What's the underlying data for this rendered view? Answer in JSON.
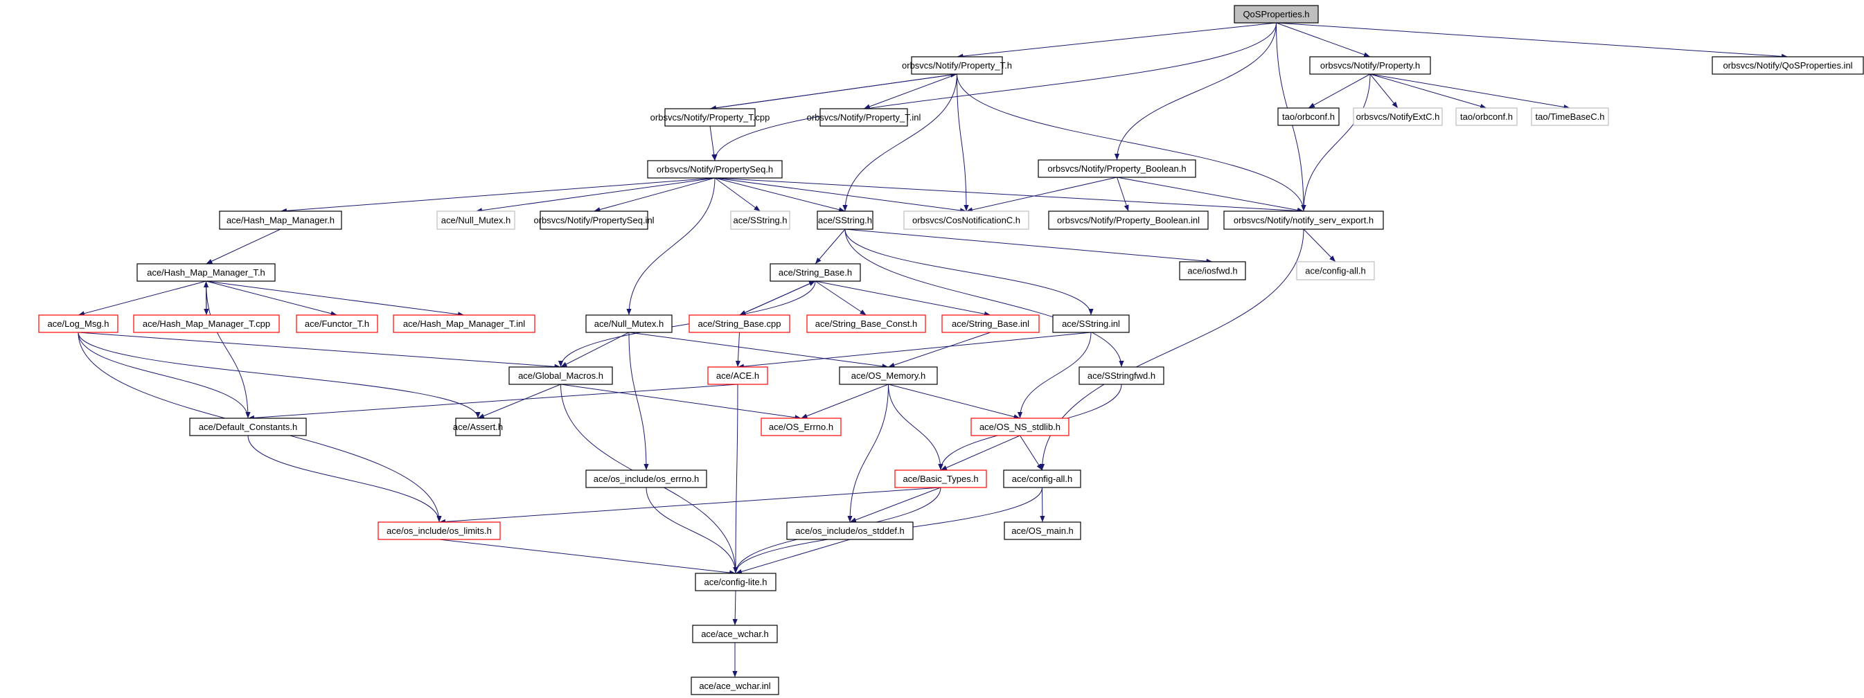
{
  "diagram": {
    "title": "QoSProperties.h include dependency graph",
    "colors": {
      "edge": "#191970",
      "border_documented": "#000000",
      "border_truncated": "#ff0000",
      "border_undocumented": "#bfbfbf",
      "root_fill": "#bfbfbf"
    },
    "nodes": [
      {
        "id": "qos",
        "label": "QoSProperties.h",
        "style": "root"
      },
      {
        "id": "propT_h",
        "label": "orbsvcs/Notify/Property_T.h",
        "style": "black"
      },
      {
        "id": "prop_h",
        "label": "orbsvcs/Notify/Property.h",
        "style": "black"
      },
      {
        "id": "qos_inl",
        "label": "orbsvcs/Notify/QoSProperties.inl",
        "style": "black"
      },
      {
        "id": "propT_cpp",
        "label": "orbsvcs/Notify/Property_T.cpp",
        "style": "black"
      },
      {
        "id": "propT_inl",
        "label": "orbsvcs/Notify/Property_T.inl",
        "style": "black"
      },
      {
        "id": "orbconf1",
        "label": "tao/orbconf.h",
        "style": "black"
      },
      {
        "id": "notifyextc",
        "label": "orbsvcs/NotifyExtC.h",
        "style": "gray"
      },
      {
        "id": "orbconf2",
        "label": "tao/orbconf.h",
        "style": "gray"
      },
      {
        "id": "timebasec",
        "label": "tao/TimeBaseC.h",
        "style": "gray"
      },
      {
        "id": "propseq_h",
        "label": "orbsvcs/Notify/PropertySeq.h",
        "style": "black"
      },
      {
        "id": "propbool_h",
        "label": "orbsvcs/Notify/Property_Boolean.h",
        "style": "black"
      },
      {
        "id": "hmm_h",
        "label": "ace/Hash_Map_Manager.h",
        "style": "black"
      },
      {
        "id": "nullmutex_g",
        "label": "ace/Null_Mutex.h",
        "style": "gray"
      },
      {
        "id": "propseq_inl",
        "label": "orbsvcs/Notify/PropertySeq.inl",
        "style": "black"
      },
      {
        "id": "sstring_g",
        "label": "ace/SString.h",
        "style": "gray"
      },
      {
        "id": "sstring_h",
        "label": "ace/SString.h",
        "style": "black"
      },
      {
        "id": "cosnotif",
        "label": "orbsvcs/CosNotificationC.h",
        "style": "gray"
      },
      {
        "id": "propbool_inl",
        "label": "orbsvcs/Notify/Property_Boolean.inl",
        "style": "black"
      },
      {
        "id": "notify_export",
        "label": "orbsvcs/Notify/notify_serv_export.h",
        "style": "black"
      },
      {
        "id": "hmmT_h",
        "label": "ace/Hash_Map_Manager_T.h",
        "style": "black"
      },
      {
        "id": "stringbase_h",
        "label": "ace/String_Base.h",
        "style": "black"
      },
      {
        "id": "iosfwd",
        "label": "ace/iosfwd.h",
        "style": "black"
      },
      {
        "id": "configall_g",
        "label": "ace/config-all.h",
        "style": "gray"
      },
      {
        "id": "logmsg",
        "label": "ace/Log_Msg.h",
        "style": "red"
      },
      {
        "id": "hmmT_cpp",
        "label": "ace/Hash_Map_Manager_T.cpp",
        "style": "red"
      },
      {
        "id": "functorT",
        "label": "ace/Functor_T.h",
        "style": "red"
      },
      {
        "id": "hmmT_inl",
        "label": "ace/Hash_Map_Manager_T.inl",
        "style": "red"
      },
      {
        "id": "nullmutex_h",
        "label": "ace/Null_Mutex.h",
        "style": "black"
      },
      {
        "id": "stringbase_cpp",
        "label": "ace/String_Base.cpp",
        "style": "red"
      },
      {
        "id": "stringbase_const",
        "label": "ace/String_Base_Const.h",
        "style": "red"
      },
      {
        "id": "stringbase_inl",
        "label": "ace/String_Base.inl",
        "style": "red"
      },
      {
        "id": "sstring_inl",
        "label": "ace/SString.inl",
        "style": "black"
      },
      {
        "id": "globalmacros",
        "label": "ace/Global_Macros.h",
        "style": "black"
      },
      {
        "id": "ace_h",
        "label": "ace/ACE.h",
        "style": "red"
      },
      {
        "id": "osmemory",
        "label": "ace/OS_Memory.h",
        "style": "black"
      },
      {
        "id": "sstringfwd",
        "label": "ace/SStringfwd.h",
        "style": "black"
      },
      {
        "id": "defconst",
        "label": "ace/Default_Constants.h",
        "style": "black"
      },
      {
        "id": "assert_h",
        "label": "ace/Assert.h",
        "style": "black"
      },
      {
        "id": "oserrno",
        "label": "ace/OS_Errno.h",
        "style": "red"
      },
      {
        "id": "osnsstdlib",
        "label": "ace/OS_NS_stdlib.h",
        "style": "red"
      },
      {
        "id": "os_errno_inc",
        "label": "ace/os_include/os_errno.h",
        "style": "black"
      },
      {
        "id": "basictypes",
        "label": "ace/Basic_Types.h",
        "style": "red"
      },
      {
        "id": "configall_h",
        "label": "ace/config-all.h",
        "style": "black"
      },
      {
        "id": "os_limits",
        "label": "ace/os_include/os_limits.h",
        "style": "red"
      },
      {
        "id": "os_stddef",
        "label": "ace/os_include/os_stddef.h",
        "style": "black"
      },
      {
        "id": "osmain",
        "label": "ace/OS_main.h",
        "style": "black"
      },
      {
        "id": "configlite",
        "label": "ace/config-lite.h",
        "style": "black"
      },
      {
        "id": "acewchar_h",
        "label": "ace/ace_wchar.h",
        "style": "black"
      },
      {
        "id": "acewchar_inl",
        "label": "ace/ace_wchar.inl",
        "style": "black"
      }
    ],
    "edges": [
      [
        "qos",
        "propT_h"
      ],
      [
        "qos",
        "prop_h"
      ],
      [
        "qos",
        "qos_inl"
      ],
      [
        "qos",
        "propseq_h"
      ],
      [
        "qos",
        "propbool_h"
      ],
      [
        "qos",
        "notify_export"
      ],
      [
        "propT_h",
        "propT_cpp"
      ],
      [
        "propT_cpp",
        "propT_h"
      ],
      [
        "propT_h",
        "propT_inl"
      ],
      [
        "propT_h",
        "sstring_h"
      ],
      [
        "propT_h",
        "cosnotif"
      ],
      [
        "propT_h",
        "notify_export"
      ],
      [
        "prop_h",
        "orbconf1"
      ],
      [
        "prop_h",
        "notifyextc"
      ],
      [
        "prop_h",
        "orbconf2"
      ],
      [
        "prop_h",
        "timebasec"
      ],
      [
        "prop_h",
        "notify_export"
      ],
      [
        "propT_cpp",
        "propseq_h"
      ],
      [
        "propseq_h",
        "hmm_h"
      ],
      [
        "propseq_h",
        "nullmutex_g"
      ],
      [
        "propseq_h",
        "propseq_inl"
      ],
      [
        "propseq_h",
        "sstring_g"
      ],
      [
        "propseq_h",
        "sstring_h"
      ],
      [
        "propseq_h",
        "cosnotif"
      ],
      [
        "propseq_h",
        "notify_export"
      ],
      [
        "propseq_h",
        "nullmutex_h"
      ],
      [
        "propbool_h",
        "cosnotif"
      ],
      [
        "propbool_h",
        "propbool_inl"
      ],
      [
        "propbool_h",
        "notify_export"
      ],
      [
        "notify_export",
        "configall_g"
      ],
      [
        "notify_export",
        "configall_h"
      ],
      [
        "hmm_h",
        "hmmT_h"
      ],
      [
        "hmmT_h",
        "logmsg"
      ],
      [
        "hmmT_h",
        "hmmT_cpp"
      ],
      [
        "hmmT_cpp",
        "hmmT_h"
      ],
      [
        "hmmT_h",
        "functorT"
      ],
      [
        "hmmT_h",
        "hmmT_inl"
      ],
      [
        "hmmT_h",
        "defconst"
      ],
      [
        "sstring_h",
        "stringbase_h"
      ],
      [
        "sstring_h",
        "iosfwd"
      ],
      [
        "sstring_h",
        "sstring_inl"
      ],
      [
        "sstring_h",
        "sstringfwd"
      ],
      [
        "stringbase_h",
        "stringbase_cpp"
      ],
      [
        "stringbase_cpp",
        "stringbase_h"
      ],
      [
        "stringbase_h",
        "stringbase_const"
      ],
      [
        "stringbase_h",
        "stringbase_inl"
      ],
      [
        "stringbase_h",
        "globalmacros"
      ],
      [
        "logmsg",
        "globalmacros"
      ],
      [
        "logmsg",
        "defconst"
      ],
      [
        "logmsg",
        "assert_h"
      ],
      [
        "logmsg",
        "os_limits"
      ],
      [
        "nullmutex_h",
        "globalmacros"
      ],
      [
        "nullmutex_h",
        "osmemory"
      ],
      [
        "nullmutex_h",
        "os_errno_inc"
      ],
      [
        "stringbase_cpp",
        "ace_h"
      ],
      [
        "stringbase_inl",
        "osmemory"
      ],
      [
        "sstring_inl",
        "ace_h"
      ],
      [
        "sstring_inl",
        "osnsstdlib"
      ],
      [
        "globalmacros",
        "assert_h"
      ],
      [
        "globalmacros",
        "oserrno"
      ],
      [
        "globalmacros",
        "configlite"
      ],
      [
        "ace_h",
        "defconst"
      ],
      [
        "ace_h",
        "configlite"
      ],
      [
        "osmemory",
        "oserrno"
      ],
      [
        "osmemory",
        "osnsstdlib"
      ],
      [
        "osmemory",
        "basictypes"
      ],
      [
        "osmemory",
        "os_stddef"
      ],
      [
        "sstringfwd",
        "basictypes"
      ],
      [
        "defconst",
        "os_limits"
      ],
      [
        "osnsstdlib",
        "basictypes"
      ],
      [
        "osnsstdlib",
        "configall_h"
      ],
      [
        "os_errno_inc",
        "configlite"
      ],
      [
        "basictypes",
        "os_limits"
      ],
      [
        "basictypes",
        "os_stddef"
      ],
      [
        "basictypes",
        "configlite"
      ],
      [
        "configall_h",
        "osmain"
      ],
      [
        "configall_h",
        "configlite"
      ],
      [
        "os_limits",
        "configlite"
      ],
      [
        "os_stddef",
        "configlite"
      ],
      [
        "configlite",
        "acewchar_h"
      ],
      [
        "acewchar_h",
        "acewchar_inl"
      ]
    ]
  }
}
